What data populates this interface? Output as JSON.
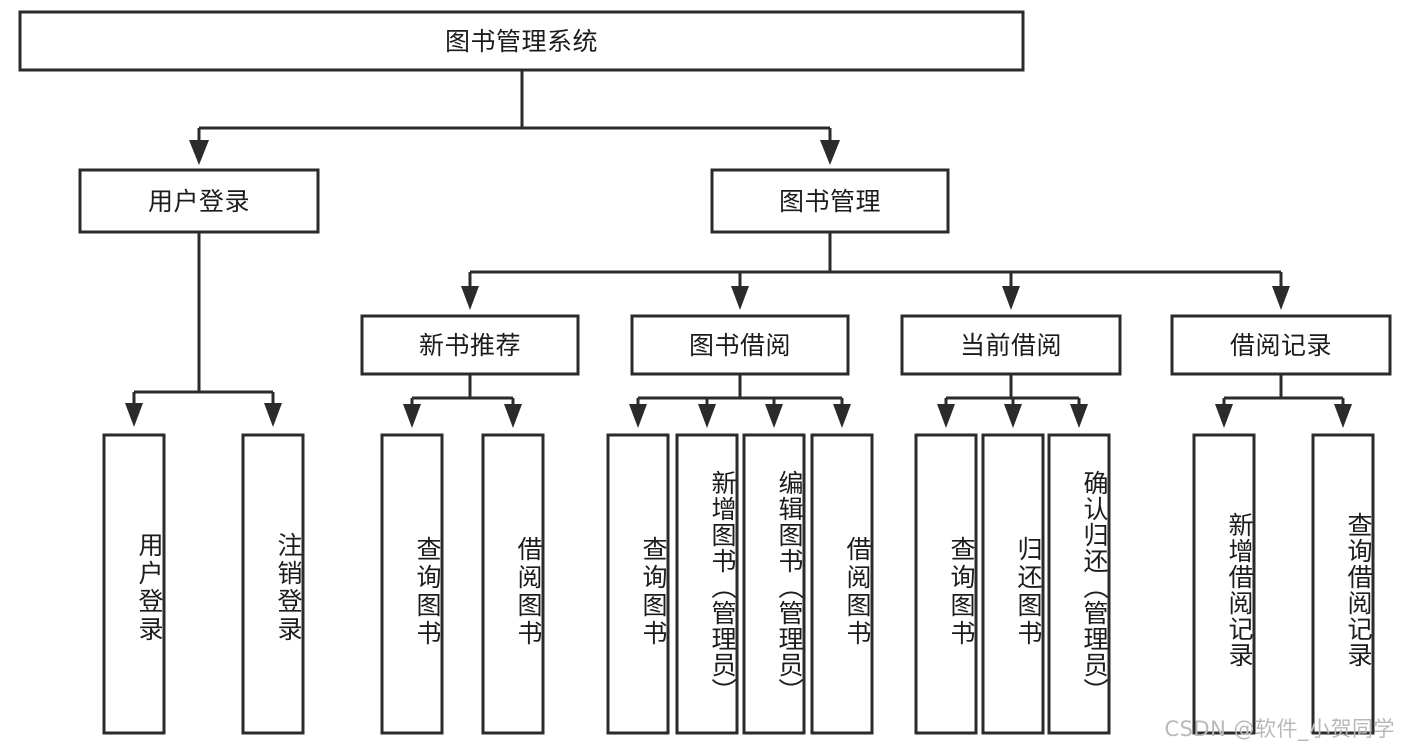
{
  "diagram": {
    "type": "tree-hierarchy",
    "title": "图书管理系统",
    "root": {
      "id": "root",
      "label": "图书管理系统",
      "orientation": "horizontal"
    },
    "level2": [
      {
        "id": "user-login",
        "label": "用户登录",
        "orientation": "horizontal"
      },
      {
        "id": "book-management",
        "label": "图书管理",
        "orientation": "horizontal"
      }
    ],
    "level3": [
      {
        "id": "new-book-recommend",
        "label": "新书推荐",
        "orientation": "horizontal",
        "parent": "book-management"
      },
      {
        "id": "book-borrow",
        "label": "图书借阅",
        "orientation": "horizontal",
        "parent": "book-management"
      },
      {
        "id": "current-borrow",
        "label": "当前借阅",
        "orientation": "horizontal",
        "parent": "book-management"
      },
      {
        "id": "borrow-record",
        "label": "借阅记录",
        "orientation": "horizontal",
        "parent": "book-management"
      }
    ],
    "leaves": [
      {
        "id": "leaf-user-login",
        "label": "用户登录",
        "parent": "user-login",
        "orientation": "vertical"
      },
      {
        "id": "leaf-user-logout",
        "label": "注销登录",
        "parent": "user-login",
        "orientation": "vertical"
      },
      {
        "id": "leaf-query-book-1",
        "label": "查询图书",
        "parent": "new-book-recommend",
        "orientation": "vertical"
      },
      {
        "id": "leaf-borrow-book-1",
        "label": "借阅图书",
        "parent": "new-book-recommend",
        "orientation": "vertical"
      },
      {
        "id": "leaf-query-book-2",
        "label": "查询图书",
        "parent": "book-borrow",
        "orientation": "vertical"
      },
      {
        "id": "leaf-add-book",
        "label": "新增图书（管理员）",
        "parent": "book-borrow",
        "orientation": "vertical"
      },
      {
        "id": "leaf-edit-book",
        "label": "编辑图书（管理员）",
        "parent": "book-borrow",
        "orientation": "vertical"
      },
      {
        "id": "leaf-borrow-book-2",
        "label": "借阅图书",
        "parent": "book-borrow",
        "orientation": "vertical"
      },
      {
        "id": "leaf-query-book-3",
        "label": "查询图书",
        "parent": "current-borrow",
        "orientation": "vertical"
      },
      {
        "id": "leaf-return-book",
        "label": "归还图书",
        "parent": "current-borrow",
        "orientation": "vertical"
      },
      {
        "id": "leaf-confirm-return",
        "label": "确认归还（管理员）",
        "parent": "current-borrow",
        "orientation": "vertical"
      },
      {
        "id": "leaf-add-record",
        "label": "新增借阅记录",
        "parent": "borrow-record",
        "orientation": "vertical"
      },
      {
        "id": "leaf-query-record",
        "label": "查询借阅记录",
        "parent": "borrow-record",
        "orientation": "vertical"
      }
    ],
    "colors": {
      "stroke": "#2b2b2b",
      "fill": "#ffffff",
      "text": "#1c1c1c",
      "watermark": "#b9b9b9",
      "background": "#ffffff"
    }
  },
  "watermark": {
    "text": "CSDN @软件_小贺同学"
  }
}
